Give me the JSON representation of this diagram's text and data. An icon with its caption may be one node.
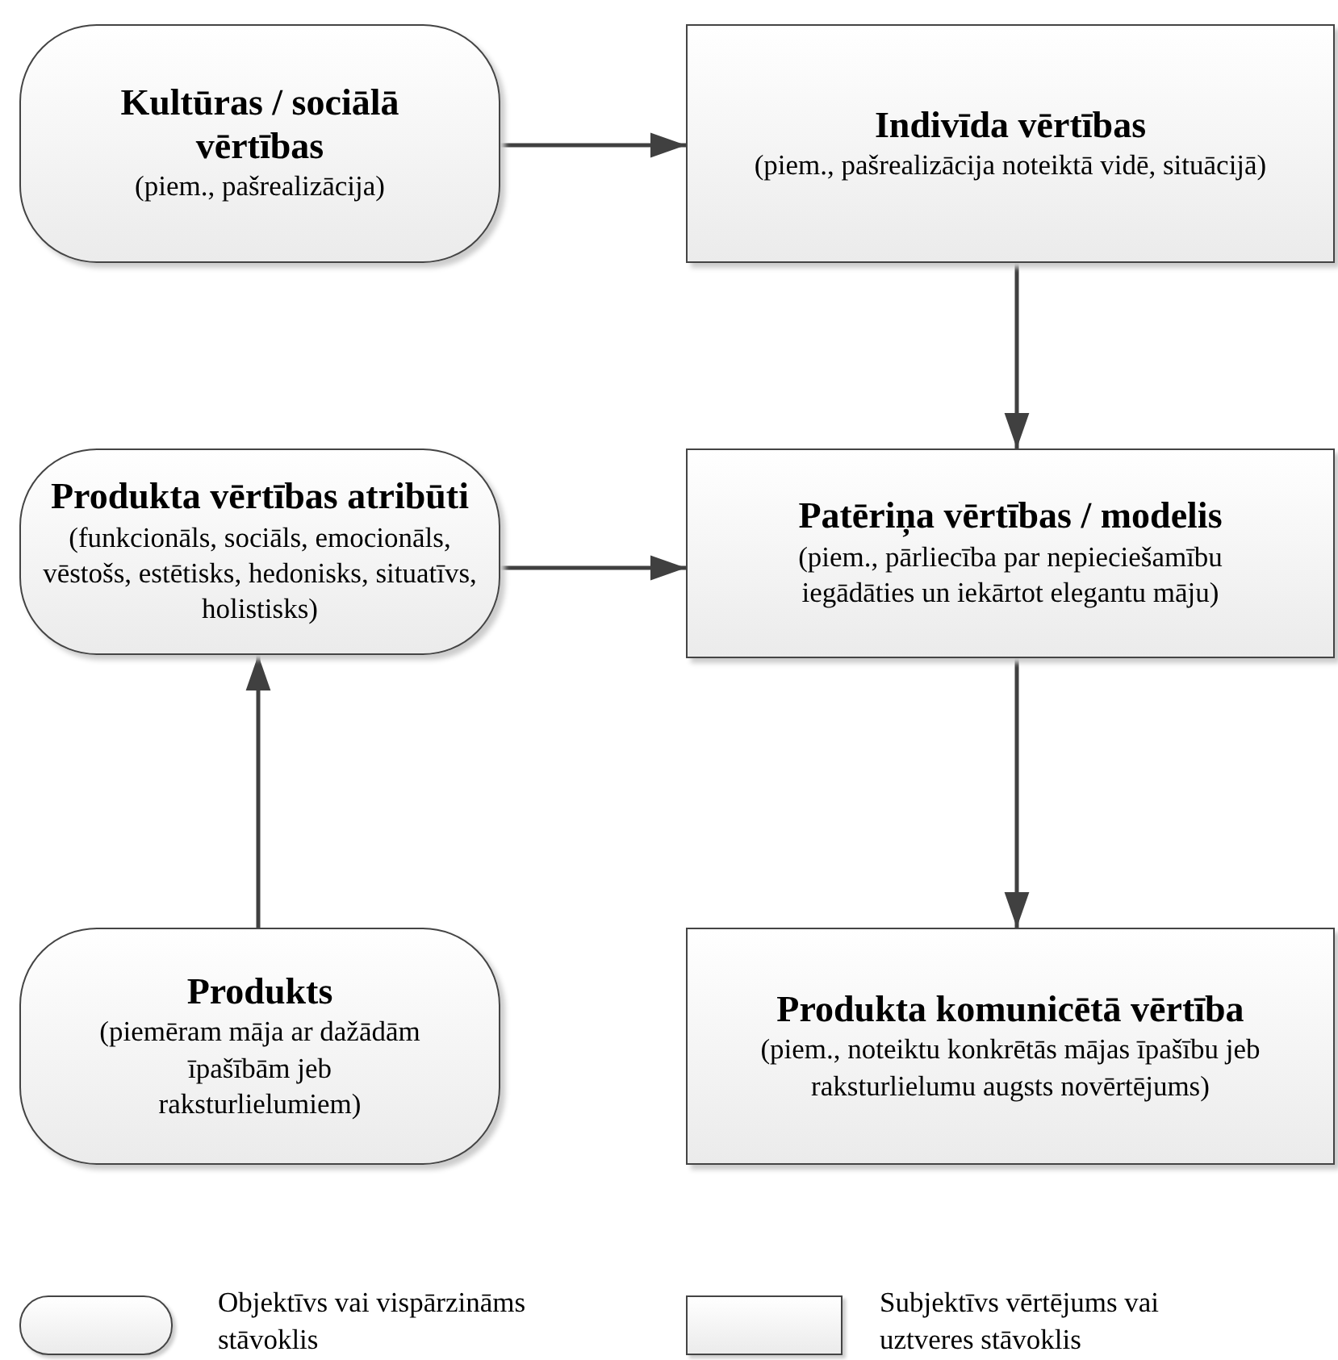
{
  "diagram": {
    "nodes": [
      {
        "text": [
          "Kultūras / sociālā vērtības",
          "(piem., pašrealizācija)"
        ]
      },
      {
        "text": [
          "Indivīda vērtības",
          "(piem., pašrealizācija noteiktā vidē, situācijā)"
        ]
      },
      {
        "text": [
          "Produkta vērtības atribūti",
          "(funkcionāls, sociāls, emocionāls, vēstošs, estētisks, hedonisks, situatīvs, holistisks)"
        ]
      },
      {
        "text": [
          "Patēriņa vērtības / modelis",
          "(piem., pārliecība par nepieciešamību iegādāties un iekārtot elegantu māju)"
        ]
      },
      {
        "text": [
          "Produkts",
          "(piemēram māja ar dažādām īpašībām jeb raksturlielumiem)"
        ]
      },
      {
        "text": [
          "Produkta komunicētā vērtība",
          "(piem., noteiktu konkrētās mājas īpašību jeb raksturlielumu augsts novērtējums)"
        ]
      }
    ],
    "edges": [
      {
        "from": 0,
        "to": 1,
        "arrow": "to"
      },
      {
        "from": 1,
        "to": 3,
        "arrow": "to"
      },
      {
        "from": 2,
        "to": 3,
        "arrow": "to"
      },
      {
        "from": 4,
        "to": 2,
        "arrow": "to"
      },
      {
        "from": 3,
        "to": 5,
        "arrow": "to"
      }
    ],
    "legend": [
      {
        "text": "Objektīvs vai vispārzināms stāvoklis"
      },
      {
        "text": "Subjektīvs vērtējums vai uztveres stāvoklis"
      }
    ]
  }
}
